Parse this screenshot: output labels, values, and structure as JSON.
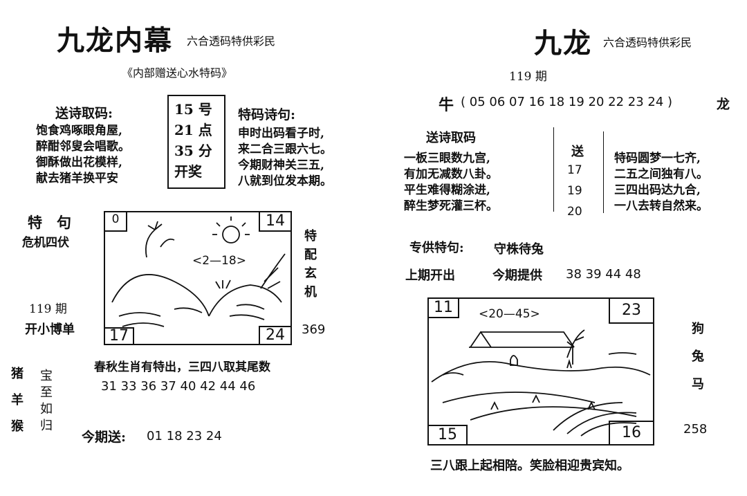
{
  "left": {
    "title": "九龙内幕",
    "subtitle": "六合透码特供彩民",
    "internal_note": "《内部赠送心水特码》",
    "poem_label": "送诗取码:",
    "draw_box": [
      "15 号",
      "21 点",
      "35 分",
      "开奖"
    ],
    "tema_label": "特码诗句:",
    "poem_left": [
      "饱食鸡啄眼角屋,",
      "醉酣邻叟会唱歌。",
      "御酥做出花模样,",
      "献去猪羊换平安"
    ],
    "poem_right": [
      "申时出码看子时,",
      "来二合三跟六七。",
      "今期财神关三五,",
      "八就到位发本期。"
    ],
    "teju_label": "特　句",
    "teju_value": "危机四伏",
    "period": "119 期",
    "kai": "开小博单",
    "tepei": "特配玄机",
    "tepei_num": "369",
    "pic_corners": [
      "0",
      "14",
      "17",
      "24"
    ],
    "pic_range": "<2—18>",
    "spring_line": "春秋生肖有特出，三四八取其尾数",
    "numbers": "31  33  36  37  40  42  44  46",
    "zodiac": [
      "猪",
      "羊",
      "猴"
    ],
    "treasure": "宝至如归",
    "today_label": "今期送:",
    "today_numbers": "01  18  23  24"
  },
  "right": {
    "title": "九龙",
    "subtitle": "六合透码特供彩民",
    "period": "119 期",
    "niu": "牛",
    "niu_numbers": "( 05  06  07  16  18  19  20  22  23  24  )",
    "long": "龙",
    "poem_label": "送诗取码",
    "poem_left": [
      "一板三眼数九宫,",
      "有加无减数八卦。",
      "平生难得糊涂进,",
      "醉生梦死灌三杯。"
    ],
    "send_label": "送",
    "send_numbers": [
      "17",
      "19",
      "20"
    ],
    "poem_right": [
      "特码圆梦一七齐,",
      "二五之间独有八。",
      "三四出码达九合,",
      "一八去转自然来。"
    ],
    "special_label": "专供特句:",
    "special_value": "守株待兔",
    "last_label": "上期开出",
    "provide_label": "今期提供",
    "provide_numbers": "38  39  44  48",
    "pic_corners": [
      "11",
      "23",
      "15",
      "16"
    ],
    "pic_range": "<20—45>",
    "animals": [
      "狗",
      "兔",
      "马"
    ],
    "animals_num": "258",
    "bottom_line": "三八跟上起相陪。笑脸相迎贵宾知。"
  }
}
